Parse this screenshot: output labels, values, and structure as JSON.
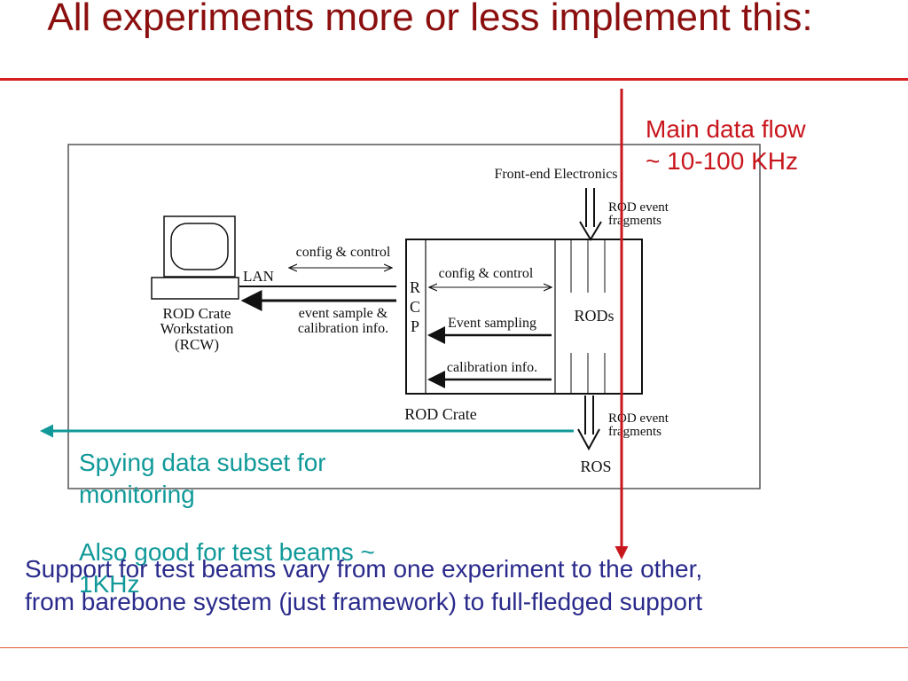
{
  "slide": {
    "title": "All experiments more or less implement this:",
    "main_flow_line1": "Main data flow",
    "main_flow_line2": "~ 10-100 KHz",
    "spy_line1": "Spying data subset for",
    "spy_line2": "monitoring",
    "testbeam_line1": "Also good for test beams  ~",
    "testbeam_line2": "1KHz",
    "support_line1": "Support for test beams vary from one experiment to the other,",
    "support_line2": "from barebone system (just framework) to full-fledged support"
  },
  "diagram": {
    "front_end": "Front-end Electronics",
    "rod_frag_top_1": "ROD event",
    "rod_frag_top_2": "fragments",
    "config_control_outer": "config & control",
    "lan": "LAN",
    "event_sample_1": "event sample &",
    "event_sample_2": "calibration info.",
    "workstation_1": "ROD Crate",
    "workstation_2": "Workstation",
    "workstation_3": "(RCW)",
    "rcp_r": "R",
    "rcp_c": "C",
    "rcp_p": "P",
    "config_control_inner": "config & control",
    "event_sampling": "Event sampling",
    "calibration_info": "calibration info.",
    "rods": "RODs",
    "rod_crate": "ROD Crate",
    "rod_frag_bottom_1": "ROD event",
    "rod_frag_bottom_2": "fragments",
    "ros": "ROS"
  },
  "colors": {
    "title": "#8b0f0f",
    "red": "#c8161d",
    "teal": "#119999",
    "navy": "#2a2a8c"
  }
}
